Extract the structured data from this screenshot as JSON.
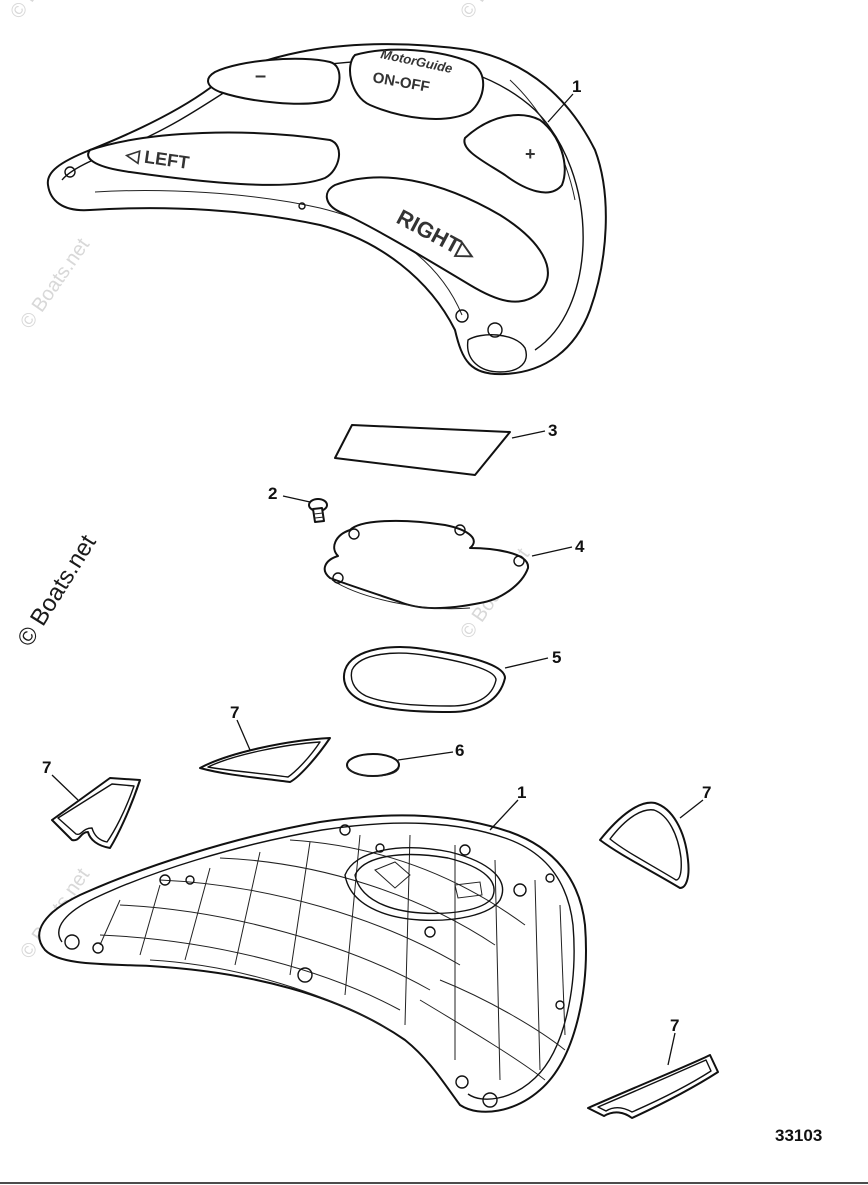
{
  "diagram": {
    "figure_id": "33103",
    "watermark": "© Boats.net",
    "callouts": [
      {
        "id": "c1-top",
        "label": "1"
      },
      {
        "id": "c2",
        "label": "2"
      },
      {
        "id": "c3",
        "label": "3"
      },
      {
        "id": "c4",
        "label": "4"
      },
      {
        "id": "c5",
        "label": "5"
      },
      {
        "id": "c6",
        "label": "6"
      },
      {
        "id": "c7-a",
        "label": "7"
      },
      {
        "id": "c7-b",
        "label": "7"
      },
      {
        "id": "c1-bottom",
        "label": "1"
      },
      {
        "id": "c7-c",
        "label": "7"
      },
      {
        "id": "c7-d",
        "label": "7"
      }
    ],
    "keypad": {
      "brand": "MotorGuide",
      "on_off": "ON-OFF",
      "left": "◁ LEFT",
      "right": "RIGHT▷",
      "minus": "–",
      "plus": "+"
    }
  }
}
